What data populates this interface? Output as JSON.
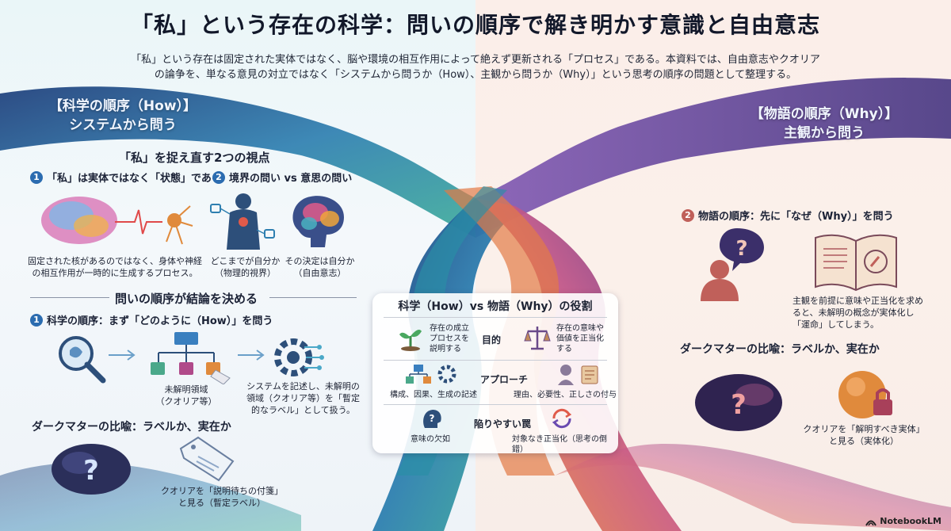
{
  "title": "「私」という存在の科学：問いの順序で解き明かす意識と自由意志",
  "subtitle_line1": "「私」という存在は固定された実体ではなく、脳や環境の相互作用によって絶えず更新される「プロセス」である。本資料では、自由意志やクオリア",
  "subtitle_line2": "の論争を、単なる意見の対立ではなく「システムから問うか（How）、主観から問うか（Why）」という思考の順序の問題として整理する。",
  "left": {
    "heading_line1": "【科学の順序（How）】",
    "heading_line2": "システムから問う",
    "section1_title": "「私」を捉え直す2つの視点",
    "item1_num": "1",
    "item1_title": "「私」は実体ではなく「状態」である",
    "item1_desc_line1": "固定された核があるのではなく、身体や神経",
    "item1_desc_line2": "の相互作用が一時的に生成するプロセス。",
    "item2_num": "2",
    "item2_title": "境界の問い vs 意思の問い",
    "item2a_line1": "どこまでが自分か",
    "item2a_line2": "（物理的視界）",
    "item2b_line1": "その決定は自分か",
    "item2b_line2": "（自由意志）",
    "section2_title": "問いの順序が結論を決める",
    "item3_num": "1",
    "item3_title": "科学の順序：まず「どのように（How）」を問う",
    "unexplained_line1": "未解明領域",
    "unexplained_line2": "（クオリア等）",
    "system_line1": "システムを記述し、未解明の",
    "system_line2": "領域（クオリア等）を「暫定",
    "system_line3": "的なラベル」として扱う。",
    "darkmatter_title": "ダークマターの比喩：ラベルか、実在か",
    "darkmatter_line1": "クオリアを「説明待ちの付箋」",
    "darkmatter_line2": "と見る（暫定ラベル）"
  },
  "right": {
    "heading_line1": "【物語の順序（Why）】",
    "heading_line2": "主観から問う",
    "item_num": "2",
    "item_title": "物語の順序：先に「なぜ（Why）」を問う",
    "desc_line1": "主観を前提に意味や正当化を求め",
    "desc_line2": "ると、未解明の概念が実体化し",
    "desc_line3": "「運命」してしまう。",
    "darkmatter_title": "ダークマターの比喩：ラベルか、実在か",
    "darkmatter_line1": "クオリアを「解明すべき実体」",
    "darkmatter_line2": "と見る（実体化）"
  },
  "card": {
    "title": "科学（How）vs 物語（Why）の役割",
    "row1_label": "目的",
    "row1_left_line1": "存在の成立",
    "row1_left_line2": "プロセスを",
    "row1_left_line3": "説明する",
    "row1_right_line1": "存在の意味や",
    "row1_right_line2": "価値を正当化",
    "row1_right_line3": "する",
    "row2_label": "アプローチ",
    "row2_left": "構成、因果、生成の記述",
    "row2_right": "理由、必要性、正しさの付与",
    "row3_label": "陥りやすい罠",
    "row3_left": "意味の欠如",
    "row3_right": "対象なき正当化（思考の倒錯）"
  },
  "brand": "NotebookLM",
  "colors": {
    "science_ribbon": "#2e7fb0",
    "story_ribbon": "#e07a3c",
    "accent_blue": "#2b6cb0",
    "accent_red": "#c0605a"
  }
}
